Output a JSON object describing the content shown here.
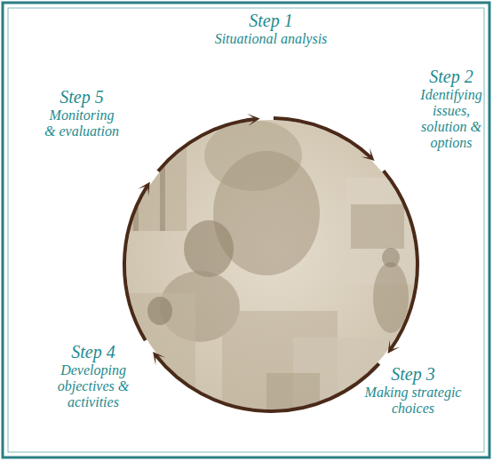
{
  "diagram": {
    "nodes": [
      {
        "text": [
          "Step 1",
          "Situational analysis"
        ]
      },
      {
        "text": [
          "Step 2",
          "Identifying issues, solution & options"
        ]
      },
      {
        "text": [
          "Step 3",
          "Making strategic choices"
        ]
      },
      {
        "text": [
          "Step 4",
          "Developing objectives & activities"
        ]
      },
      {
        "text": [
          "Step 5",
          "Monitoring & evaluation"
        ]
      }
    ],
    "edges": [
      {
        "from": 0,
        "to": 1,
        "arrow": "to"
      },
      {
        "from": 1,
        "to": 2,
        "arrow": "to"
      },
      {
        "from": 2,
        "to": 3,
        "arrow": "to"
      },
      {
        "from": 3,
        "to": 4,
        "arrow": "to"
      },
      {
        "from": 4,
        "to": 0,
        "arrow": "to"
      }
    ]
  }
}
